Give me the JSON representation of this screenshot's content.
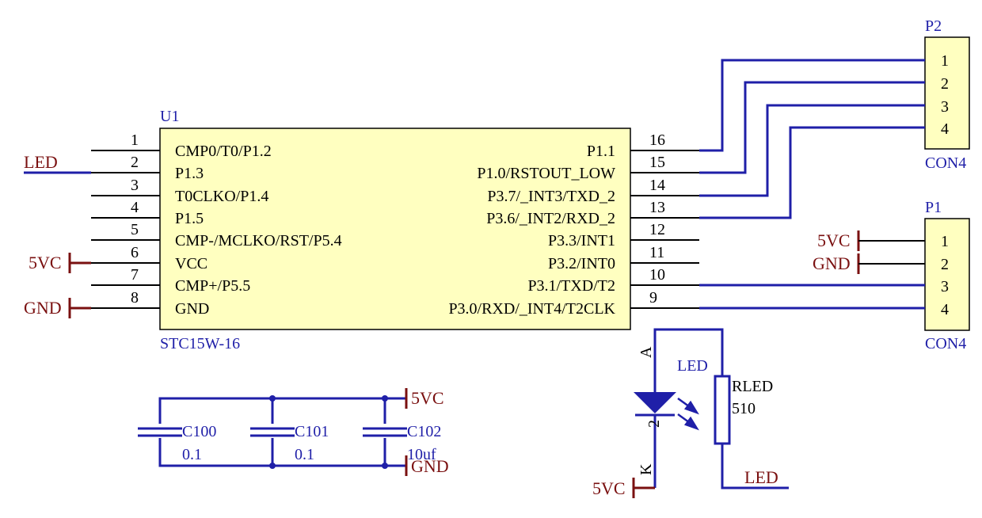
{
  "u1": {
    "designator": "U1",
    "part": "STC15W-16",
    "left_pins": [
      {
        "num": "1",
        "name": "CMP0/T0/P1.2"
      },
      {
        "num": "2",
        "name": "P1.3"
      },
      {
        "num": "3",
        "name": "T0CLKO/P1.4"
      },
      {
        "num": "4",
        "name": "P1.5"
      },
      {
        "num": "5",
        "name": "CMP-/MCLKO/RST/P5.4"
      },
      {
        "num": "6",
        "name": "VCC"
      },
      {
        "num": "7",
        "name": "CMP+/P5.5"
      },
      {
        "num": "8",
        "name": "GND"
      }
    ],
    "right_pins": [
      {
        "num": "16",
        "name": "P1.1"
      },
      {
        "num": "15",
        "name": "P1.0/RSTOUT_LOW"
      },
      {
        "num": "14",
        "name": "P3.7/_INT3/TXD_2"
      },
      {
        "num": "13",
        "name": "P3.6/_INT2/RXD_2"
      },
      {
        "num": "12",
        "name": "P3.3/INT1"
      },
      {
        "num": "11",
        "name": "P3.2/INT0"
      },
      {
        "num": "10",
        "name": "P3.1/TXD/T2"
      },
      {
        "num": "9",
        "name": "P3.0/RXD/_INT4/T2CLK"
      }
    ]
  },
  "net_labels": {
    "led_left": "LED",
    "vcc_u1": "5VC",
    "gnd_u1": "GND",
    "vcc_p1": "5VC",
    "gnd_p1": "GND",
    "vcc_caps": "5VC",
    "gnd_caps": "GND",
    "vcc_led": "5VC",
    "led_bottom": "LED"
  },
  "p2": {
    "designator": "P2",
    "part": "CON4",
    "pins": [
      "1",
      "2",
      "3",
      "4"
    ]
  },
  "p1": {
    "designator": "P1",
    "part": "CON4",
    "pins": [
      "1",
      "2",
      "3",
      "4"
    ]
  },
  "capacitors": [
    {
      "designator": "C100",
      "value": "0.1"
    },
    {
      "designator": "C101",
      "value": "0.1"
    },
    {
      "designator": "C102",
      "value": "10uf"
    }
  ],
  "led": {
    "designator": "LED",
    "anode": "A",
    "cathode": "K",
    "pin2": "2"
  },
  "rled": {
    "designator": "RLED",
    "value": "510"
  },
  "colors": {
    "wire": "#1f1fa8",
    "component_fill": "#ffffc0",
    "power_port": "#7a1010"
  }
}
